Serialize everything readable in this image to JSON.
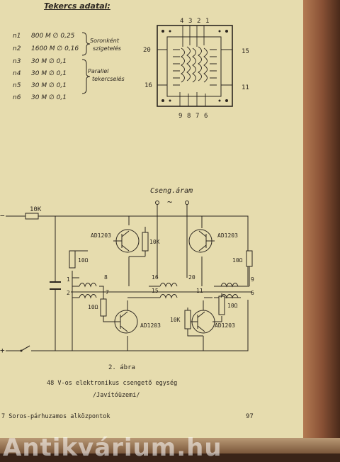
{
  "coil_table": {
    "title": "Tekercs adatai:",
    "rows": [
      {
        "id": "n1",
        "spec": "800 M ∅ 0,25"
      },
      {
        "id": "n2",
        "spec": "1600 M ∅ 0,16"
      },
      {
        "id": "n3",
        "spec": "30 M ∅ 0,1"
      },
      {
        "id": "n4",
        "spec": "30 M ∅ 0,1"
      },
      {
        "id": "n5",
        "spec": "30 M ∅ 0,1"
      },
      {
        "id": "n6",
        "spec": "30 M ∅ 0,1"
      }
    ],
    "note_series": [
      "Soronként",
      "szigetelés"
    ],
    "note_parallel": [
      "Parallel",
      "tekercselés"
    ]
  },
  "transformer": {
    "top_pins": [
      "4",
      "3",
      "2",
      "1"
    ],
    "bottom_pins": [
      "9",
      "8",
      "7",
      "6"
    ],
    "left_pins": [
      "20",
      "16"
    ],
    "right_pins": [
      "15",
      "11"
    ]
  },
  "schematic": {
    "bell_label": "Cseng.áram",
    "tilde": "~",
    "resistor_10k": "10K",
    "resistor_10ohm": "10Ω",
    "transistor": "AD1203",
    "node_1": "1",
    "node_2": "2",
    "node_6": "6",
    "node_7": "7",
    "node_8": "8",
    "node_9": "9",
    "node_11": "11",
    "node_15": "15",
    "node_16": "16",
    "node_20": "20",
    "minus": "−",
    "plus": "+"
  },
  "caption": {
    "figure": "2. ábra",
    "line1": "48 V-os elektronikus csengető egység",
    "line2": "/Javítóüzemi/"
  },
  "footer": {
    "chapter": "7  Soros-párhuzamos alközpontok",
    "page": "97"
  },
  "watermark": "Antikvárium.hu"
}
